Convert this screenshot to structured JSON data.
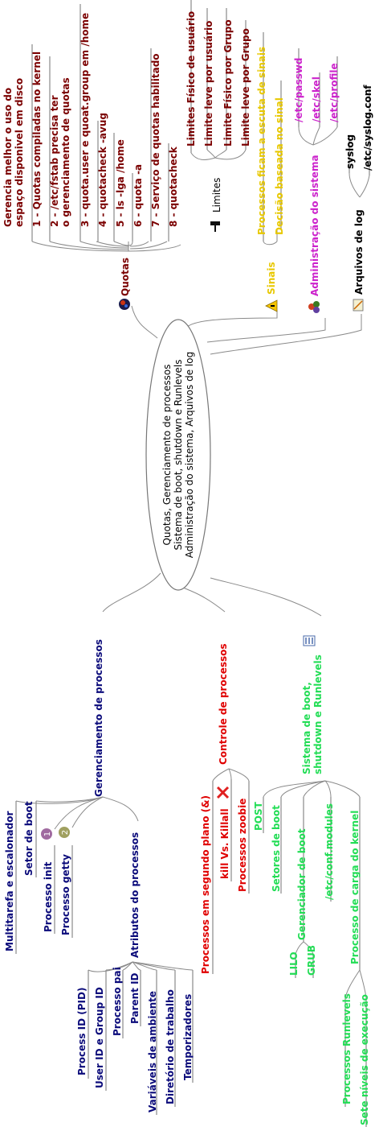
{
  "center": {
    "lines": [
      "Quotas, Gerenciamento de processos",
      "Sistema de boot, shutdown e Runlevels",
      "Administração do sistema,  Arquivos de log"
    ]
  },
  "colors": {
    "dark_red": "#7b0000",
    "dark_blue": "#0a0a7a",
    "red": "#e00000",
    "green": "#22dd55",
    "yellow": "#e8c800",
    "magenta": "#cc22cc"
  },
  "quotas": {
    "title": "Quotas",
    "items": [
      [
        "Gerencia melhor o uso do",
        "espaço disponivel em disco"
      ],
      [
        "1 - Quotas compiladas no kernel"
      ],
      [
        "2 - /etc/fstab precisa ter",
        "o gerenciamento de quotas"
      ],
      [
        "3 - quota.user e quoat.group em /home"
      ],
      [
        "4 - quotacheck -avug"
      ],
      [
        "5 - ls -lga /home"
      ],
      [
        "6 - quota -a"
      ],
      [
        "7 - Serviço de quotas habilitado"
      ],
      [
        "8 - quotacheck"
      ]
    ],
    "limites": {
      "title": "Limites",
      "items": [
        "Limites Físico de usuário",
        "Limite leve por usuário",
        "Limite Físico por Grupo",
        "Limite leve por Grupo"
      ]
    }
  },
  "sinais": {
    "title": "Sinais",
    "items": [
      "Processos ficam a escuta de sinais",
      "Decisão baseada no sinal"
    ]
  },
  "admin": {
    "title": "Administração do sistema",
    "items": [
      "/etc/passwd",
      "/etc/skel",
      "/etc/profile"
    ]
  },
  "logs": {
    "title": "Arquivos de log",
    "items": [
      "syslog",
      "/etc/syslog.conf"
    ]
  },
  "gerenciamento": {
    "title": "Gerenciamento de processos",
    "items": [
      "Multitarefa e escalonador",
      "Setor de boot",
      "Processo init",
      "Processo getty"
    ],
    "atributos": {
      "title": "Atributos do processos",
      "items": [
        "Process ID (PID)",
        "User ID e Group ID",
        "Processo pai",
        "Parent ID",
        "Variáveis de ambiente",
        "Diretório de trabalho",
        "Temporizadores"
      ]
    }
  },
  "controle": {
    "title": "Controle de processos",
    "items": [
      "Processos em segundo plano (&)",
      "kill Vs. Killall",
      "Processos zoobie"
    ]
  },
  "boot": {
    "title_lines": [
      "Sistema de boot,",
      "shutdown e Runlevels"
    ],
    "items": [
      "POST",
      "Setores de boot",
      "Gerenciador de boot",
      "/etc/conf.modules",
      "Processo de carga do kernel"
    ],
    "gerenciador_items": [
      "LILO",
      "GRUB"
    ],
    "carga_items": [
      "Processos Runlevels",
      "Sete níveis de execução"
    ]
  }
}
